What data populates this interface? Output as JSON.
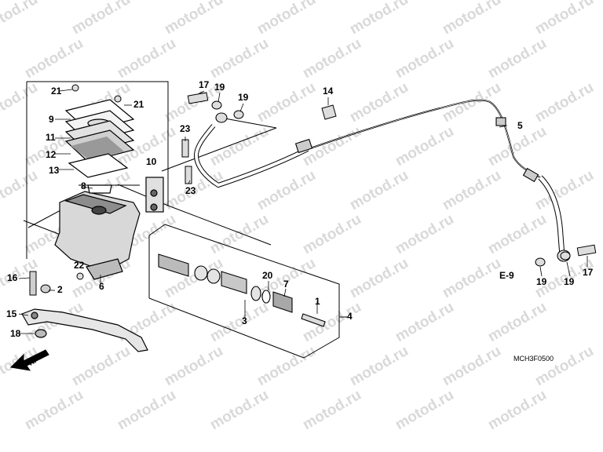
{
  "watermark": "motod.ru",
  "diagram_code": "MCH3F0500",
  "front_marker": "FR.",
  "reference": "E-9",
  "callouts": [
    "1",
    "2",
    "3",
    "4",
    "5",
    "6",
    "7",
    "8",
    "9",
    "10",
    "11",
    "12",
    "13",
    "14",
    "15",
    "16",
    "17",
    "17",
    "18",
    "19",
    "19",
    "19",
    "20",
    "21",
    "21",
    "22",
    "23",
    "23"
  ]
}
